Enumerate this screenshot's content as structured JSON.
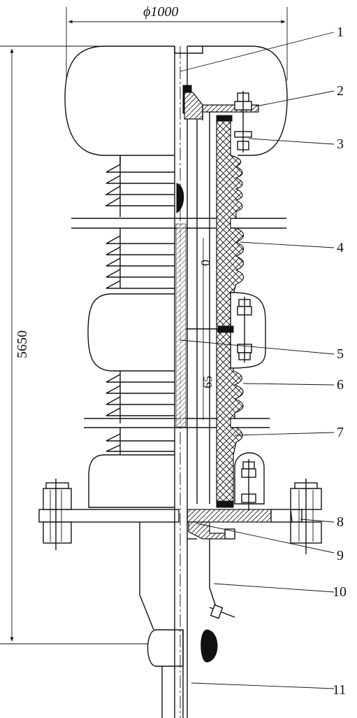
{
  "dimensions": {
    "diameter": "ϕ1000",
    "height": "5650"
  },
  "section_labels": {
    "upper": "0",
    "lower": "65"
  },
  "callouts": [
    "1",
    "2",
    "3",
    "4",
    "5",
    "6",
    "7",
    "8",
    "9",
    "10",
    "11"
  ]
}
